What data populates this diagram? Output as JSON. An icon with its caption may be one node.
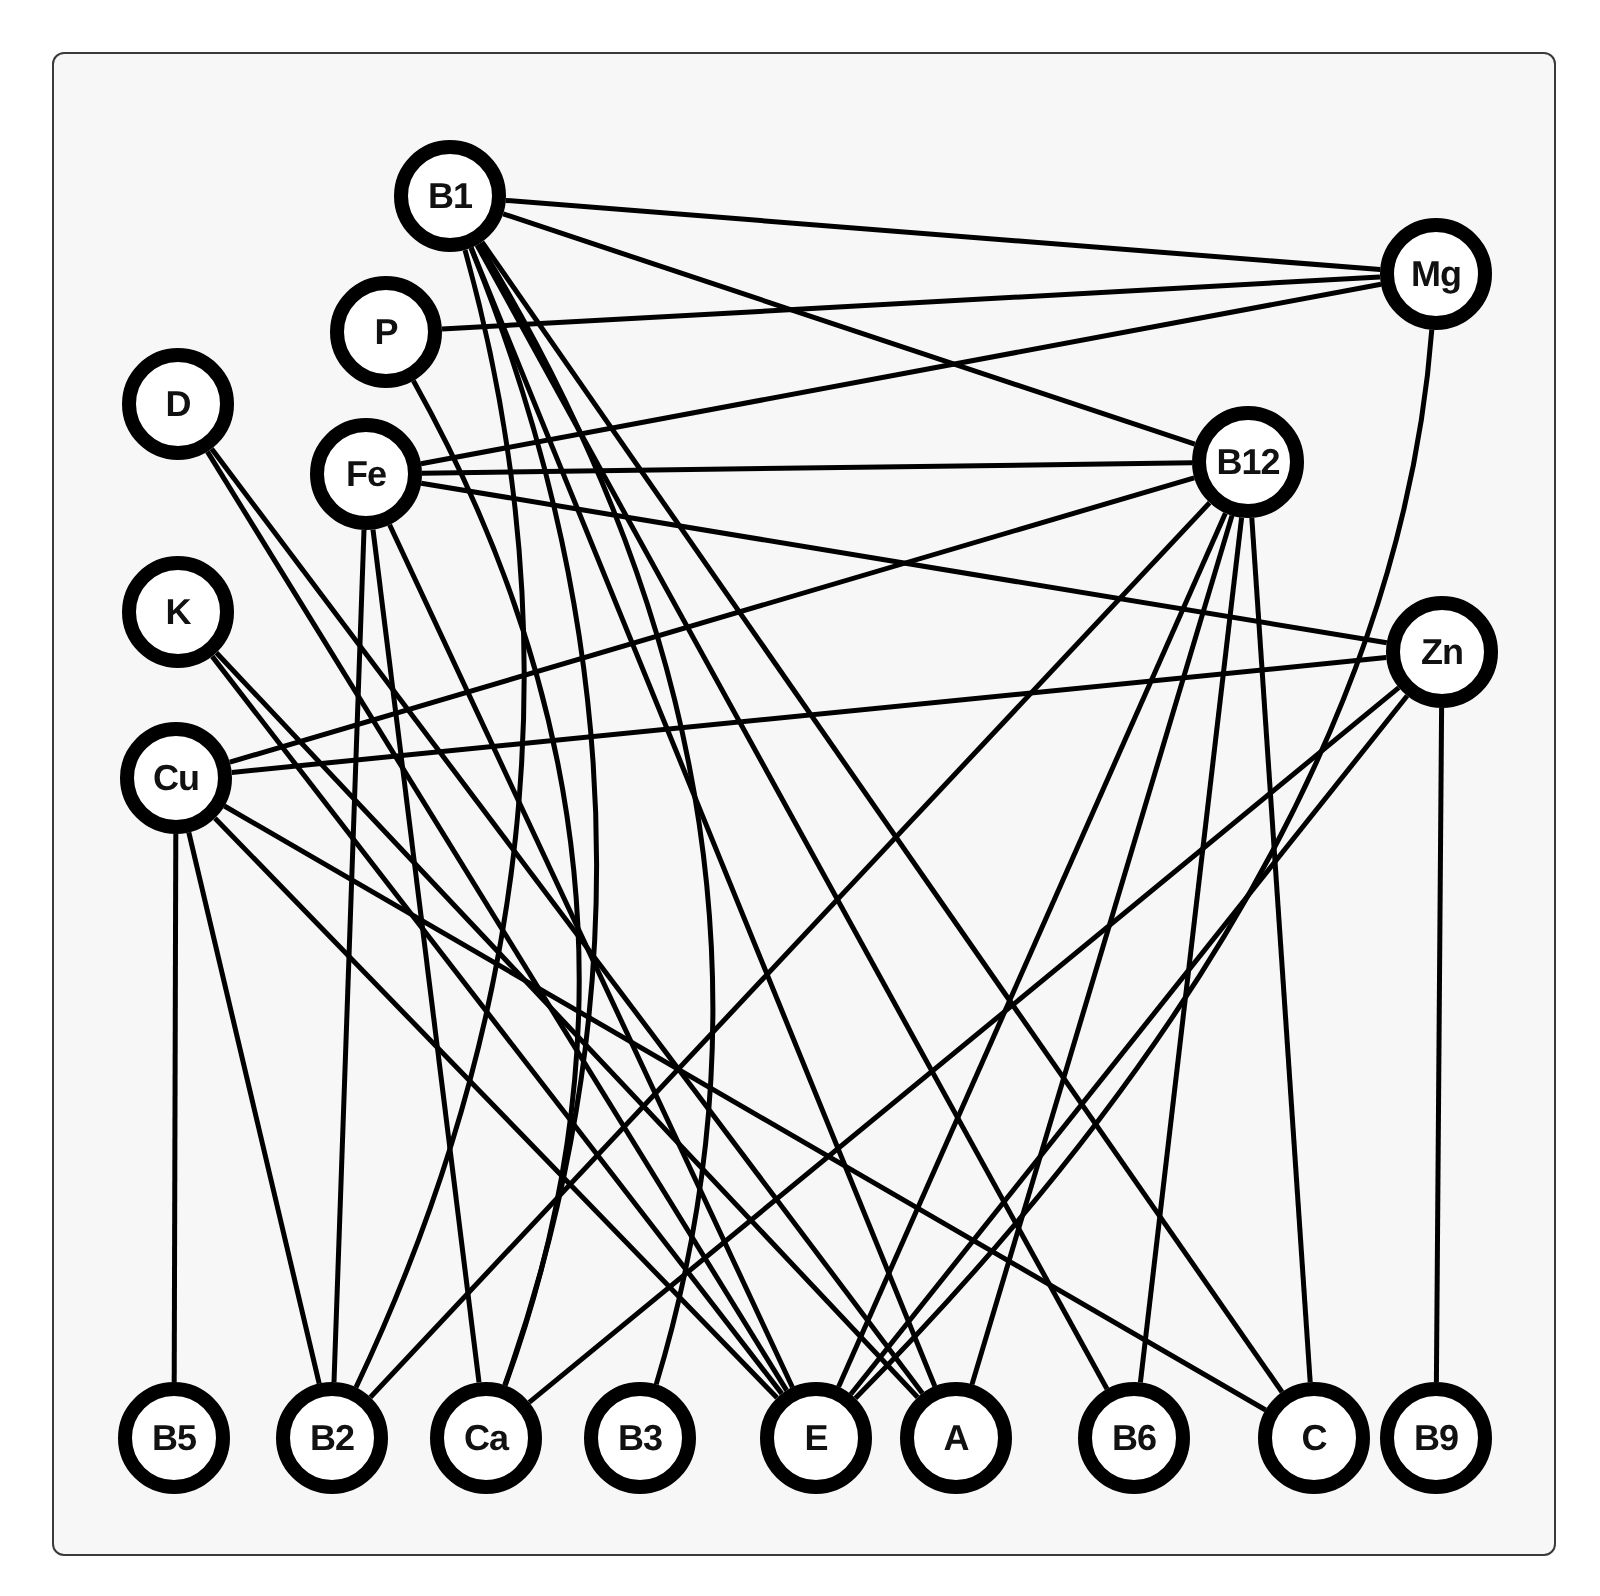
{
  "diagram": {
    "nodes": [
      {
        "text": [
          "B1"
        ]
      },
      {
        "text": [
          "Mg"
        ]
      },
      {
        "text": [
          "P"
        ]
      },
      {
        "text": [
          "D"
        ]
      },
      {
        "text": [
          "Fe"
        ]
      },
      {
        "text": [
          "B12"
        ]
      },
      {
        "text": [
          "K"
        ]
      },
      {
        "text": [
          "Zn"
        ]
      },
      {
        "text": [
          "Cu"
        ]
      },
      {
        "text": [
          "B5"
        ]
      },
      {
        "text": [
          "B2"
        ]
      },
      {
        "text": [
          "Ca"
        ]
      },
      {
        "text": [
          "B3"
        ]
      },
      {
        "text": [
          "E"
        ]
      },
      {
        "text": [
          "A"
        ]
      },
      {
        "text": [
          "B6"
        ]
      },
      {
        "text": [
          "C"
        ]
      },
      {
        "text": [
          "B9"
        ]
      }
    ],
    "edges": [
      {
        "from": 0,
        "to": 1,
        "arrow": "none"
      },
      {
        "from": 0,
        "to": 5,
        "arrow": "none"
      },
      {
        "from": 0,
        "to": 10,
        "arrow": "none"
      },
      {
        "from": 0,
        "to": 11,
        "arrow": "none"
      },
      {
        "from": 0,
        "to": 12,
        "arrow": "none"
      },
      {
        "from": 0,
        "to": 14,
        "arrow": "none"
      },
      {
        "from": 0,
        "to": 15,
        "arrow": "none"
      },
      {
        "from": 0,
        "to": 16,
        "arrow": "none"
      },
      {
        "from": 2,
        "to": 1,
        "arrow": "none"
      },
      {
        "from": 2,
        "to": 11,
        "arrow": "none"
      },
      {
        "from": 3,
        "to": 13,
        "arrow": "none"
      },
      {
        "from": 3,
        "to": 14,
        "arrow": "none"
      },
      {
        "from": 4,
        "to": 1,
        "arrow": "none"
      },
      {
        "from": 4,
        "to": 5,
        "arrow": "none"
      },
      {
        "from": 4,
        "to": 7,
        "arrow": "none"
      },
      {
        "from": 4,
        "to": 10,
        "arrow": "none"
      },
      {
        "from": 4,
        "to": 11,
        "arrow": "none"
      },
      {
        "from": 4,
        "to": 13,
        "arrow": "none"
      },
      {
        "from": 1,
        "to": 13,
        "arrow": "none"
      },
      {
        "from": 5,
        "to": 8,
        "arrow": "none"
      },
      {
        "from": 5,
        "to": 10,
        "arrow": "none"
      },
      {
        "from": 5,
        "to": 13,
        "arrow": "none"
      },
      {
        "from": 5,
        "to": 14,
        "arrow": "none"
      },
      {
        "from": 5,
        "to": 15,
        "arrow": "none"
      },
      {
        "from": 5,
        "to": 16,
        "arrow": "none"
      },
      {
        "from": 6,
        "to": 13,
        "arrow": "none"
      },
      {
        "from": 6,
        "to": 14,
        "arrow": "none"
      },
      {
        "from": 7,
        "to": 8,
        "arrow": "none"
      },
      {
        "from": 7,
        "to": 11,
        "arrow": "none"
      },
      {
        "from": 7,
        "to": 13,
        "arrow": "none"
      },
      {
        "from": 7,
        "to": 17,
        "arrow": "none"
      },
      {
        "from": 8,
        "to": 9,
        "arrow": "none"
      },
      {
        "from": 8,
        "to": 10,
        "arrow": "none"
      },
      {
        "from": 8,
        "to": 13,
        "arrow": "none"
      },
      {
        "from": 8,
        "to": 16,
        "arrow": "none"
      }
    ]
  }
}
